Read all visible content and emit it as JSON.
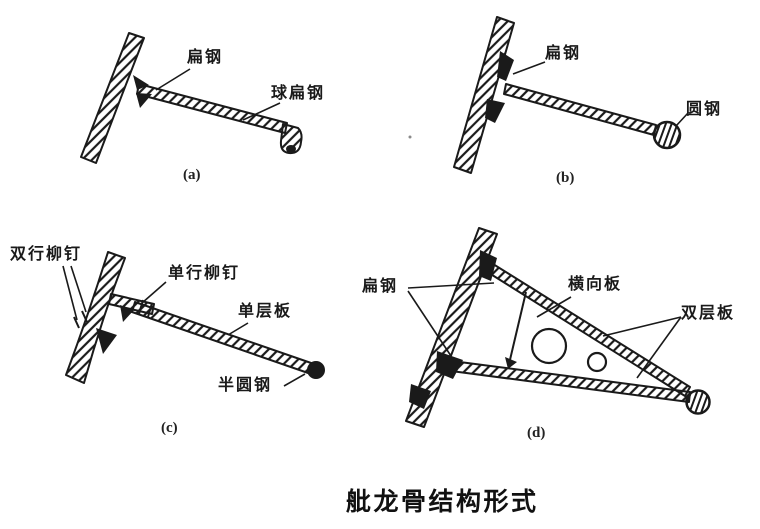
{
  "title": "舭龙骨结构形式",
  "figures": {
    "a": {
      "caption": "(a)",
      "labels": {
        "flat_bar": "扁钢",
        "bulb_flat_bar": "球扁钢"
      }
    },
    "b": {
      "caption": "(b)",
      "labels": {
        "flat_bar": "扁钢",
        "round_bar": "圆钢"
      }
    },
    "c": {
      "caption": "(c)",
      "labels": {
        "double_row_rivets": "双行柳钉",
        "single_row_rivets": "单行柳钉",
        "single_layer_plate": "单层板",
        "half_round_bar": "半圆钢"
      }
    },
    "d": {
      "caption": "(d)",
      "labels": {
        "flat_bar": "扁钢",
        "transverse_plate": "横向板",
        "double_layer_plate": "双层板"
      }
    }
  },
  "colors": {
    "ink": "#1a1a1a",
    "paper": "#ffffff"
  }
}
